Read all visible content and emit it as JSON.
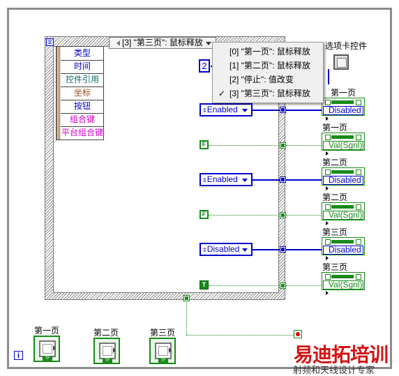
{
  "case_selector": "[3] \"第三页\": 鼠标释放",
  "case_menu": {
    "items": [
      {
        "label": "[0] \"第一页\": 鼠标释放",
        "checked": false
      },
      {
        "label": "[1] \"第二页\": 鼠标释放",
        "checked": false
      },
      {
        "label": "[2] \"停止\": 值改变",
        "checked": false
      },
      {
        "label": "[3] \"第三页\": 鼠标释放",
        "checked": true
      }
    ],
    "check_mark": "✓"
  },
  "event_data": {
    "items": [
      {
        "label": "类型",
        "color": "#0000cc"
      },
      {
        "label": "时间",
        "color": "#0000cc"
      },
      {
        "label": "控件引用",
        "color": "#0f6e6e"
      },
      {
        "label": "坐标",
        "color": "#9a4c16"
      },
      {
        "label": "按钮",
        "color": "#0000cc"
      },
      {
        "label": "组合键",
        "color": "#cc00cc"
      },
      {
        "label": "平台组合键",
        "color": "#cc00cc"
      }
    ]
  },
  "index_constant": "2",
  "enum_constants": {
    "e1": "Enabled",
    "e2": "Enabled",
    "e3": "Disabled"
  },
  "bool_constants": {
    "b1": "F",
    "b2": "F",
    "b3": "T"
  },
  "tab_control_label": "选项卡控件",
  "property_nodes": [
    {
      "label": "第一页",
      "value": "Disabled",
      "kind": "enum"
    },
    {
      "label": "第一页",
      "value": "Val(Sgnl)",
      "kind": "bool"
    },
    {
      "label": "第二页",
      "value": "Disabled",
      "kind": "enum"
    },
    {
      "label": "第二页",
      "value": "Val(Sgnl)",
      "kind": "bool"
    },
    {
      "label": "第三页",
      "value": "Disabled",
      "kind": "enum"
    },
    {
      "label": "第三页",
      "value": "Val(Sgnl)",
      "kind": "bool"
    }
  ],
  "buttons": [
    {
      "label": "第一页",
      "tf": "TF"
    },
    {
      "label": "第二页",
      "tf": "TF"
    },
    {
      "label": "第三页",
      "tf": "TF"
    }
  ],
  "info_icon": "i",
  "watermark": {
    "line1": "易迪拓培训",
    "line2": "射频和天线设计专家"
  },
  "colors": {
    "wire_enum": "#0000cc",
    "wire_bool": "#1a8a1a",
    "stop": "#e00000"
  }
}
